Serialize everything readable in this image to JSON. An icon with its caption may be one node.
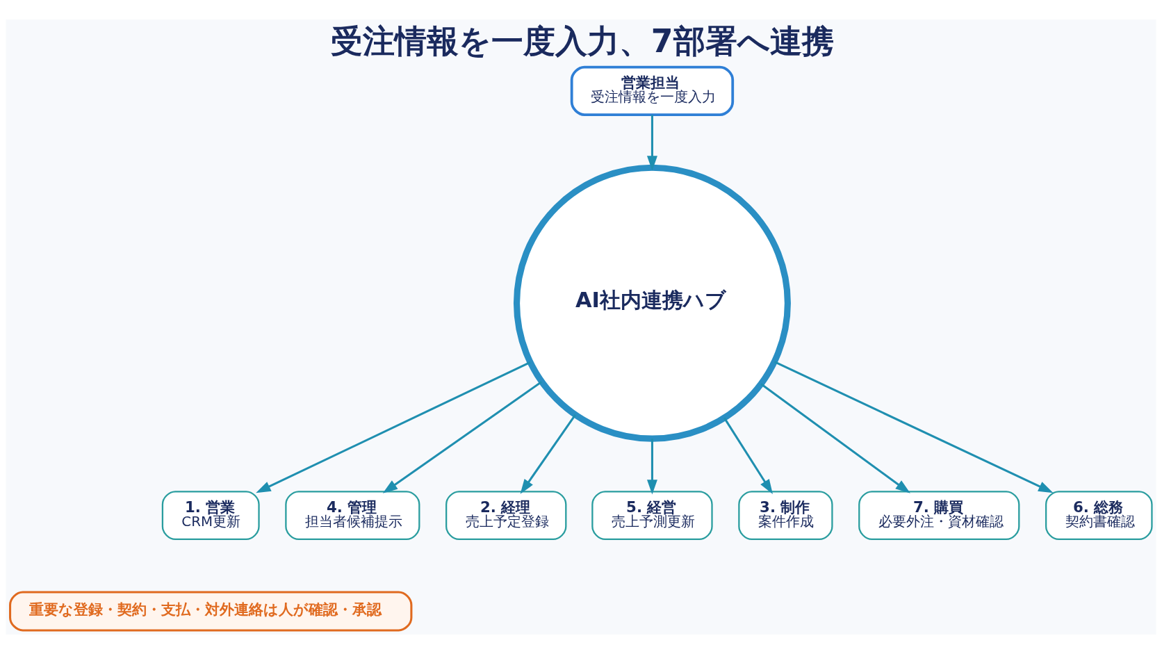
{
  "diagram": {
    "title": "受注情報を一度入力、7部署へ連携",
    "nodes": [
      {
        "text": [
          "営業担当",
          "受注情報を一度入力"
        ]
      },
      {
        "text": [
          "AI社内連携ハブ"
        ]
      },
      {
        "text": [
          "1. 営業",
          "CRM更新"
        ]
      },
      {
        "text": [
          "4. 管理",
          "担当者候補提示"
        ]
      },
      {
        "text": [
          "2. 経理",
          "売上予定登録"
        ]
      },
      {
        "text": [
          "5. 経営",
          "売上予測更新"
        ]
      },
      {
        "text": [
          "3. 制作",
          "案件作成"
        ]
      },
      {
        "text": [
          "7. 購買",
          "必要外注・資材確認"
        ]
      },
      {
        "text": [
          "6. 総務",
          "契約書確認"
        ]
      },
      {
        "text": [
          "重要な登録・契約・支払・対外連絡は人が確認・承認"
        ]
      }
    ],
    "edges": [
      {
        "from": 0,
        "to": 1,
        "arrow": "to"
      },
      {
        "from": 1,
        "to": 2,
        "arrow": "to"
      },
      {
        "from": 1,
        "to": 3,
        "arrow": "to"
      },
      {
        "from": 1,
        "to": 4,
        "arrow": "to"
      },
      {
        "from": 1,
        "to": 5,
        "arrow": "to"
      },
      {
        "from": 1,
        "to": 6,
        "arrow": "to"
      },
      {
        "from": 1,
        "to": 7,
        "arrow": "to"
      },
      {
        "from": 1,
        "to": 8,
        "arrow": "to"
      }
    ]
  }
}
